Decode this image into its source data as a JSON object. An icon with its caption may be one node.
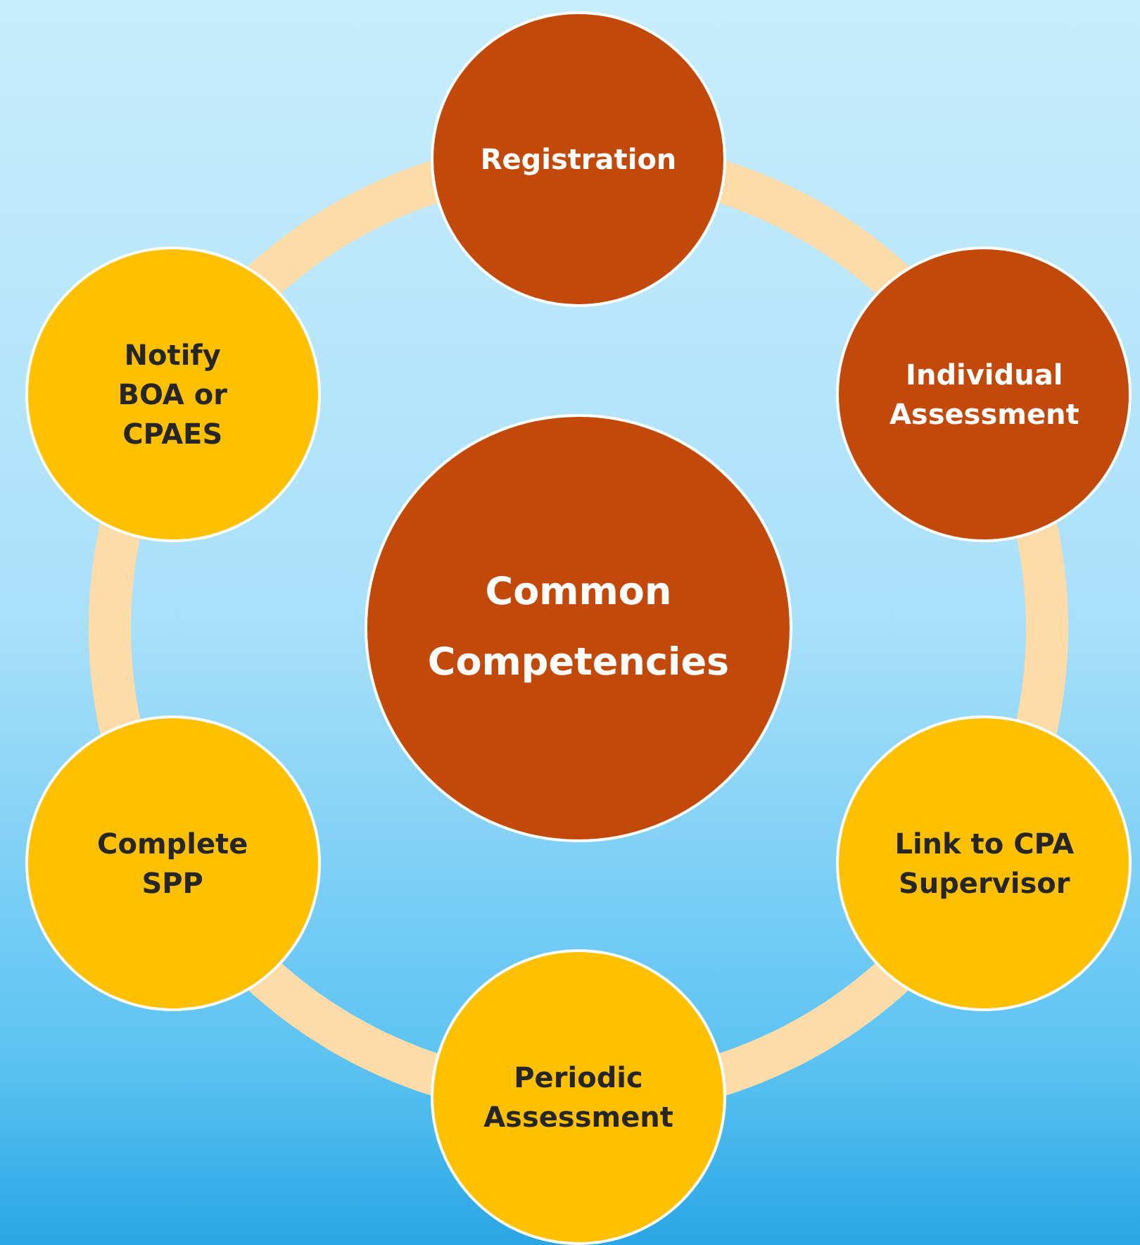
{
  "diagram": {
    "nodes": [
      {
        "text": [
          "Registration"
        ]
      },
      {
        "text": [
          "Individual Assessment"
        ]
      },
      {
        "text": [
          "Link to CPA Supervisor"
        ]
      },
      {
        "text": [
          "Periodic Assessment"
        ]
      },
      {
        "text": [
          "Complete SPP"
        ]
      },
      {
        "text": [
          "Notify BOA or CPAES"
        ]
      },
      {
        "text": [
          "Common Competencies"
        ]
      }
    ],
    "edges": [
      {
        "from": 0,
        "to": 1,
        "arrow": "none"
      },
      {
        "from": 1,
        "to": 2,
        "arrow": "none"
      },
      {
        "from": 2,
        "to": 3,
        "arrow": "none"
      },
      {
        "from": 3,
        "to": 4,
        "arrow": "none"
      },
      {
        "from": 4,
        "to": 5,
        "arrow": "none"
      },
      {
        "from": 5,
        "to": 0,
        "arrow": "none"
      }
    ]
  }
}
